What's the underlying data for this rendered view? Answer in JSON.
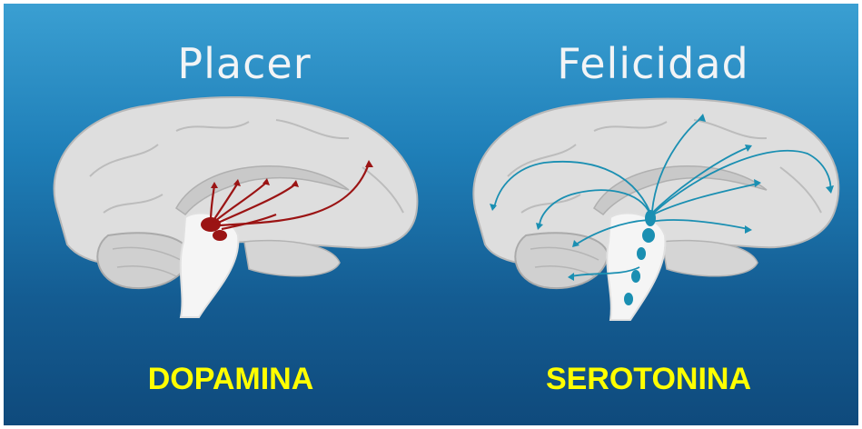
{
  "panels": [
    {
      "title": "Placer",
      "neurotransmitter": "DOPAMINA",
      "pathway_color": "#9b1414"
    },
    {
      "title": "Felicidad",
      "neurotransmitter": "SEROTONINA",
      "pathway_color": "#1a8fb2"
    }
  ],
  "colors": {
    "background_top": "#3a9fd2",
    "background_bottom": "#0f4a7c",
    "label": "#ffff00",
    "brain": "#dcdcdc"
  }
}
